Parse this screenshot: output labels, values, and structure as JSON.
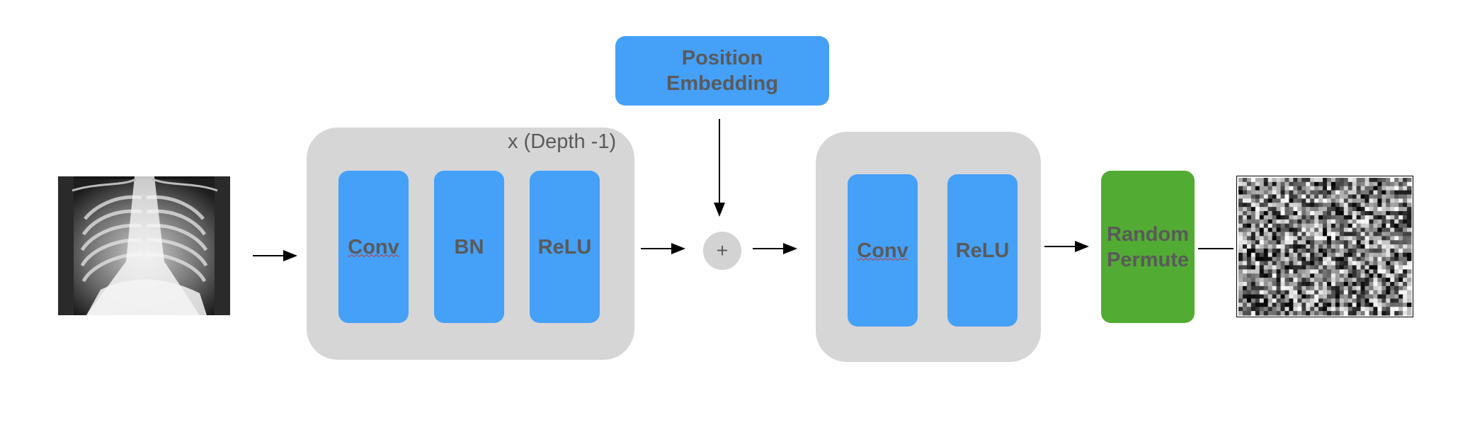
{
  "diagram": {
    "input_image": {
      "icon": "chest-xray-image"
    },
    "output_image": {
      "icon": "noise-pattern-image"
    },
    "repeat_group": {
      "label": "x (Depth -1)",
      "blocks": [
        "Conv",
        "BN",
        "ReLU"
      ]
    },
    "position_embedding": {
      "line1": "Position",
      "line2": "Embedding"
    },
    "add_op": {
      "symbol": "+"
    },
    "final_group": {
      "blocks": [
        "Conv",
        "ReLU"
      ]
    },
    "permute": {
      "line1": "Random",
      "line2": "Permute"
    },
    "colors": {
      "block": "#45a0f8",
      "group": "#d6d6d6",
      "permute": "#52ac33",
      "text": "#5a5a5a"
    }
  }
}
